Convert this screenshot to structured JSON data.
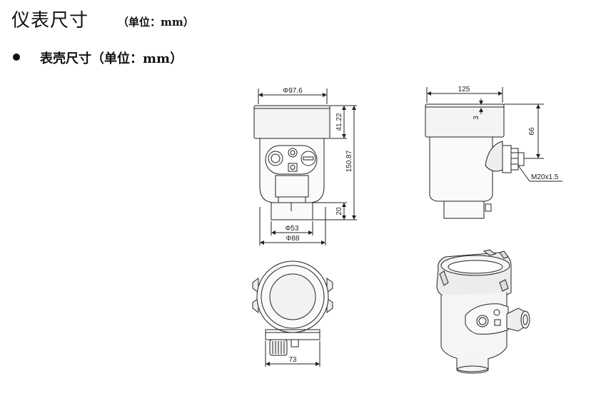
{
  "page": {
    "title": "仪表尺寸",
    "title_unit": "（单位：mm）",
    "section": "表壳尺寸（单位：mm）"
  },
  "dims": {
    "front_top_diameter": "Φ97.6",
    "front_height_top": "41.22",
    "front_height_total": "150.87",
    "front_height_bottom": "20",
    "front_bottom_diameter_inner": "Φ53",
    "front_bottom_diameter_outer": "Φ88",
    "side_width": "125",
    "side_step": "3",
    "side_height": "66",
    "side_thread": "M20x1.5",
    "top_width": "73"
  }
}
